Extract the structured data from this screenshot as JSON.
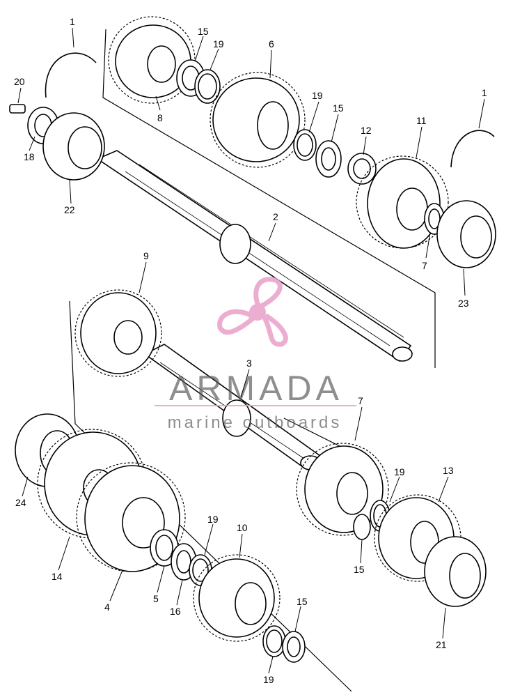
{
  "watermark": {
    "brand": "ARMADA",
    "tagline": "marine outboards",
    "logo_color": "#e8a0c8",
    "text_color": "#5a5a5a"
  },
  "callouts": {
    "c1_top": "1",
    "c1_right": "1",
    "c2": "2",
    "c3": "3",
    "c4": "4",
    "c5": "5",
    "c6": "6",
    "c7_top": "7",
    "c7_mid": "7",
    "c8": "8",
    "c9": "9",
    "c10": "10",
    "c11": "11",
    "c12": "12",
    "c13": "13",
    "c14": "14",
    "c15_top": "15",
    "c15_mid": "15",
    "c15_right": "15",
    "c15_bottom": "15",
    "c16": "16",
    "c18": "18",
    "c19_top": "19",
    "c19_mid": "19",
    "c19_right": "19",
    "c19_low": "19",
    "c19_bottom": "19",
    "c20": "20",
    "c21": "21",
    "c22": "22",
    "c23": "23",
    "c24": "24"
  }
}
